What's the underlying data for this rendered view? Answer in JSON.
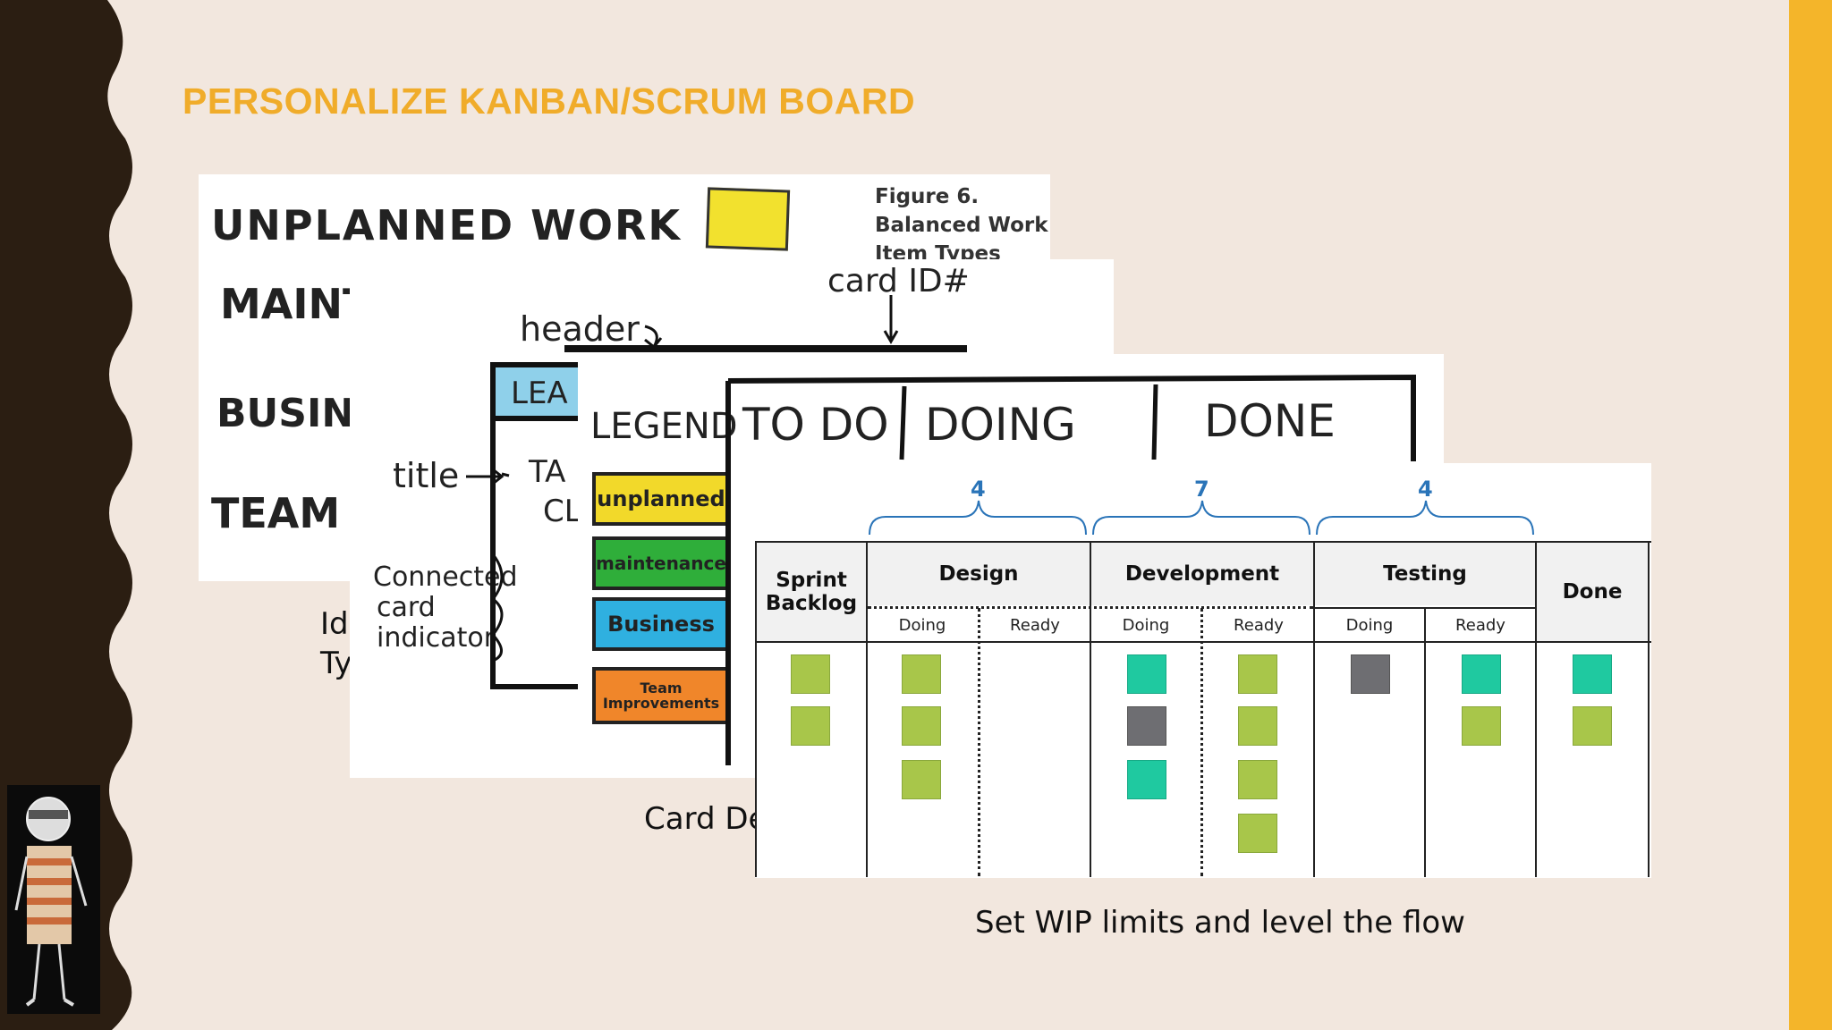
{
  "slide": {
    "title": "PERSONALIZE KANBAN/SCRUM BOARD",
    "accent_color": "#f0ac2a",
    "background_color": "#f2e7de",
    "left_band_color": "#2b1e12",
    "right_band_color": "#f4b52a"
  },
  "card1": {
    "rows": [
      "UNPLANNED WORK",
      "MAINT",
      "BUSINE",
      "TEAM"
    ],
    "figure_title": "Figure 6.",
    "figure_line2": "Balanced Work",
    "figure_line3": "Item Types",
    "caption_line1": "Id",
    "caption_line2": "Ty"
  },
  "card2": {
    "card_id_label": "card ID#",
    "header_label": "header",
    "title_label": "title",
    "connected_label_1": "Connected",
    "connected_label_2": "card",
    "connected_label_3": "indicator",
    "lea_label": "LEA",
    "ta_label": "TA",
    "cl_label": "CL",
    "caption": "Card De"
  },
  "card3": {
    "legend_title": "LEGEND",
    "legend_items": [
      "unplanned",
      "maintenance",
      "Business",
      "Team Improvements"
    ],
    "columns": [
      "TO DO",
      "DOING",
      "DONE"
    ]
  },
  "board": {
    "wip_limits": [
      "4",
      "7",
      "4"
    ],
    "columns": {
      "sprint_backlog_1": "Sprint",
      "sprint_backlog_2": "Backlog",
      "design": "Design",
      "development": "Development",
      "testing": "Testing",
      "done": "Done"
    },
    "subcolumns": [
      "Doing",
      "Ready",
      "Doing",
      "Ready",
      "Doing",
      "Ready"
    ],
    "caption": "Set WIP limits and level the flow"
  }
}
